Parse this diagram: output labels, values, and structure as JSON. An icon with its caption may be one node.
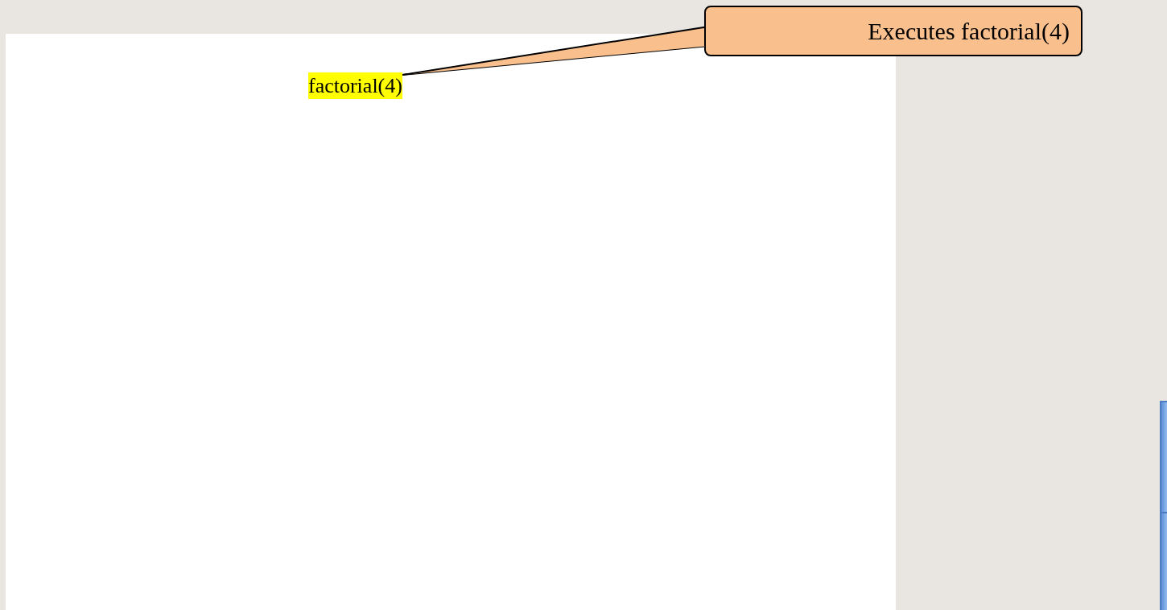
{
  "diagram": {
    "nodes": [
      {
        "text": [
          "Executes factorial(4)"
        ]
      },
      {
        "text": [
          "factorial(4)"
        ]
      }
    ],
    "edges": [
      {
        "from": 0,
        "to": 1,
        "arrow": "none"
      }
    ]
  }
}
